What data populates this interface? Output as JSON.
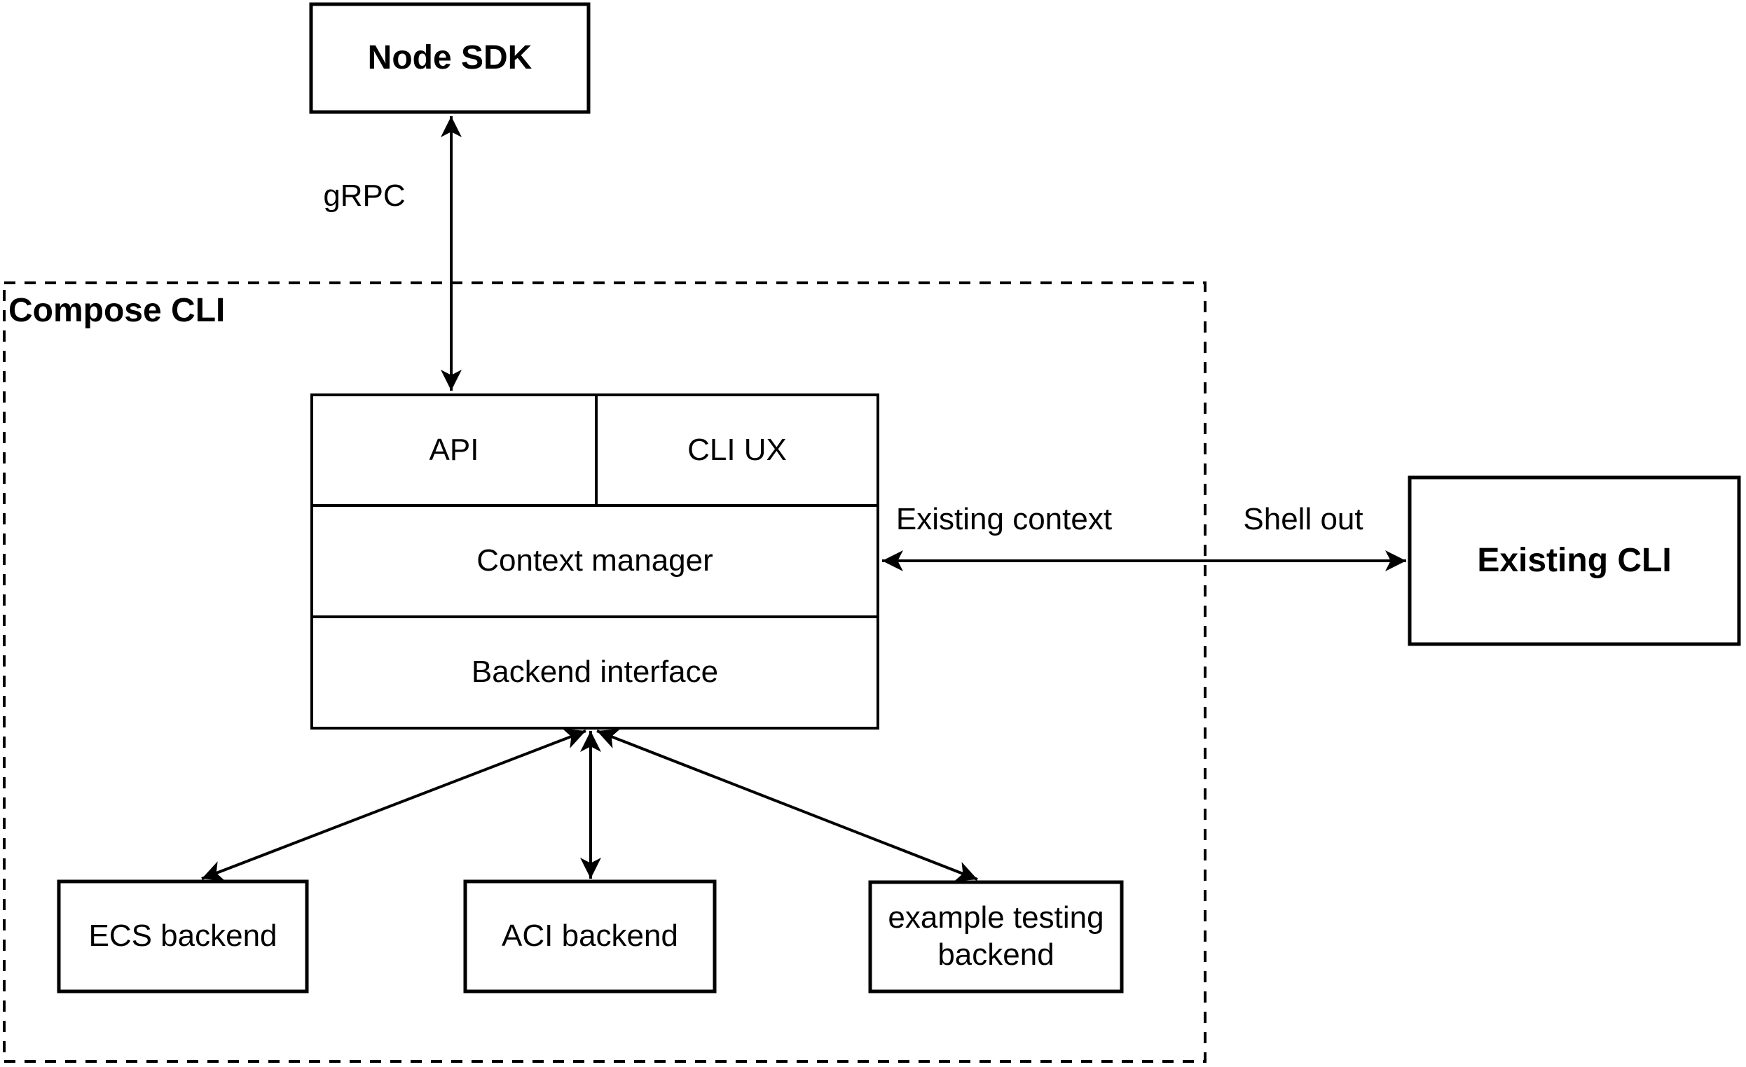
{
  "nodes": {
    "node_sdk": {
      "label": "Node SDK"
    },
    "compose_cli": {
      "label": "Compose CLI"
    },
    "api": {
      "label": "API"
    },
    "cli_ux": {
      "label": "CLI UX"
    },
    "context_manager": {
      "label": "Context manager"
    },
    "backend_interface": {
      "label": "Backend interface"
    },
    "ecs_backend": {
      "label": "ECS backend"
    },
    "aci_backend": {
      "label": "ACI backend"
    },
    "example_testing_backend": {
      "label": "example testing backend"
    },
    "existing_cli": {
      "label": "Existing CLI"
    }
  },
  "edges": {
    "grpc": {
      "label": "gRPC"
    },
    "existing_context": {
      "label": "Existing context"
    },
    "shell_out": {
      "label": "Shell out"
    }
  },
  "colors": {
    "stroke": "#000000",
    "background": "#ffffff"
  }
}
